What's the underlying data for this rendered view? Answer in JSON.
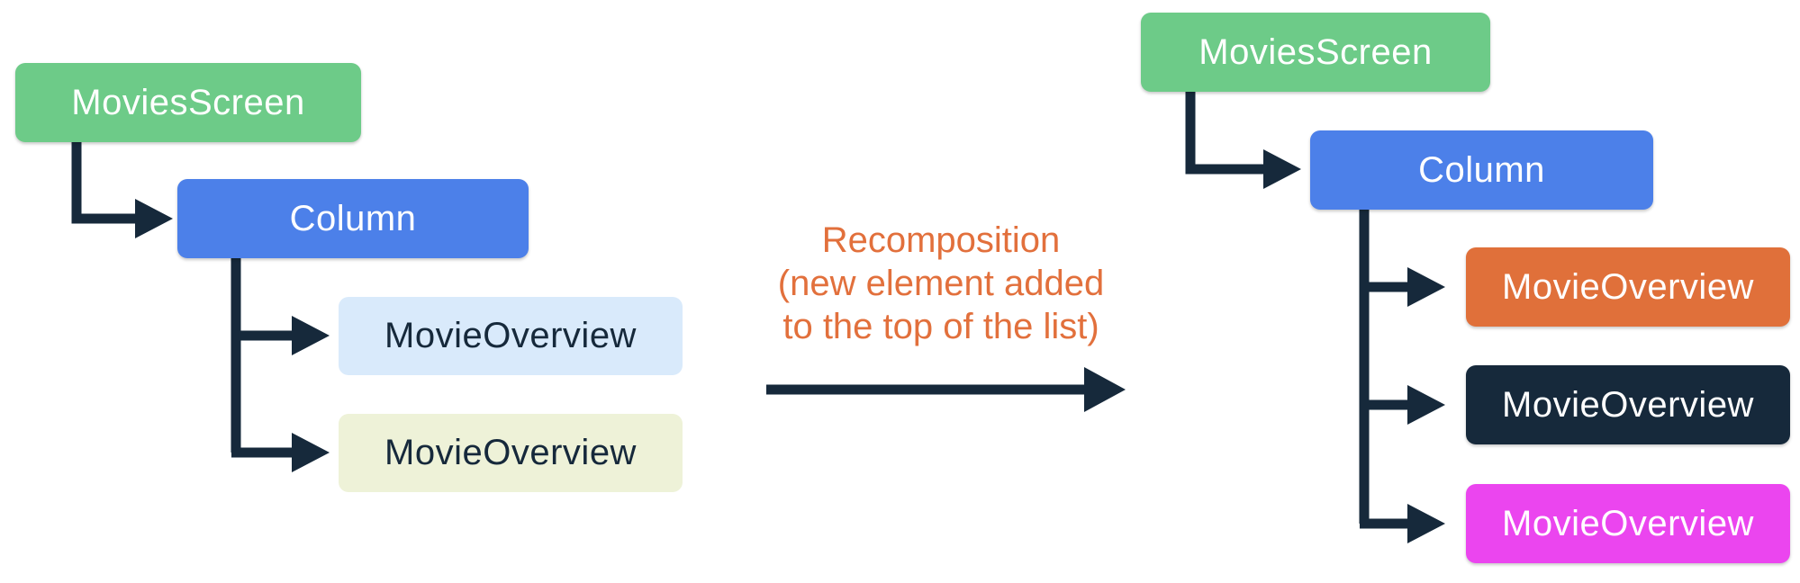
{
  "diagram": {
    "background": "#FFFFFF",
    "connector_color": "#16293B",
    "left_tree": {
      "name": "composition-before",
      "nodes": [
        {
          "id": "left-movies-screen",
          "label": "MoviesScreen",
          "color": "#6DCB88",
          "text_color": "#FFFFFF"
        },
        {
          "id": "left-column",
          "label": "Column",
          "color": "#4C80E9",
          "text_color": "#FFFFFF"
        },
        {
          "id": "left-movie-overview-1",
          "label": "MovieOverview",
          "color": "#D9EAFB",
          "text_color": "#16293B"
        },
        {
          "id": "left-movie-overview-2",
          "label": "MovieOverview",
          "color": "#EEF2D8",
          "text_color": "#16293B"
        }
      ]
    },
    "right_tree": {
      "name": "composition-after",
      "nodes": [
        {
          "id": "right-movies-screen",
          "label": "MoviesScreen",
          "color": "#6DCB88",
          "text_color": "#FFFFFF"
        },
        {
          "id": "right-column",
          "label": "Column",
          "color": "#4C80E9",
          "text_color": "#FFFFFF"
        },
        {
          "id": "right-movie-overview-1",
          "label": "MovieOverview",
          "color": "#E0703A",
          "text_color": "#FFFFFF"
        },
        {
          "id": "right-movie-overview-2",
          "label": "MovieOverview",
          "color": "#16293B",
          "text_color": "#FFFFFF"
        },
        {
          "id": "right-movie-overview-3",
          "label": "MovieOverview",
          "color": "#EB45EF",
          "text_color": "#FFFFFF"
        }
      ]
    },
    "caption": {
      "color": "#E2703C",
      "lines": [
        "Recomposition",
        "(new element added",
        "to the top of the list)"
      ]
    }
  }
}
